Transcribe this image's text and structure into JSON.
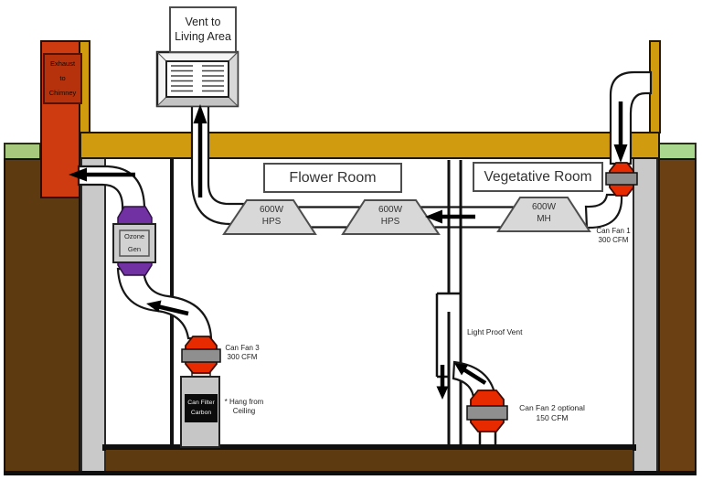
{
  "colors": {
    "chimney_red": "#cf3b10",
    "exhaust_label_red": "#b5320c",
    "wood_gold": "#d19b10",
    "grass_green": "#a7c97e",
    "earth_brown": "#5e3a10",
    "foundation_gray": "#c9c9c9",
    "hood_gray": "#d8d8d8",
    "fan_red": "#e82a00",
    "fan_band_gray": "#8f8f8f",
    "ozone_purple": "#7231a3"
  },
  "outdoor": {
    "vent_label": {
      "line1": "Vent to",
      "line2": "Living Area"
    },
    "exhaust_label": {
      "line1": "Exhaust",
      "line2": "to",
      "line3": "Chimney"
    }
  },
  "rooms": {
    "flower": "Flower Room",
    "vegetative": "Vegetative Room"
  },
  "lights": [
    {
      "id": "hps-1",
      "line1": "600W",
      "line2": "HPS"
    },
    {
      "id": "hps-2",
      "line1": "600W",
      "line2": "HPS"
    },
    {
      "id": "mh",
      "line1": "600W",
      "line2": "MH"
    }
  ],
  "fans": [
    {
      "id": "can-fan-1",
      "line1": "Can Fan 1",
      "line2": "300 CFM"
    },
    {
      "id": "can-fan-2",
      "line1": "Can Fan 2 optional",
      "line2": "150 CFM"
    },
    {
      "id": "can-fan-3",
      "line1": "Can Fan 3",
      "line2": "300 CFM"
    }
  ],
  "equipment": {
    "ozone": {
      "line1": "Ozone",
      "line2": "Gen"
    },
    "filter": {
      "line1": "Can Filter",
      "line2": "Carbon"
    }
  },
  "annotations": {
    "light_proof_vent": "Light Proof Vent",
    "hang_note": {
      "line1": "* Hang from",
      "line2": "Ceiling"
    }
  }
}
